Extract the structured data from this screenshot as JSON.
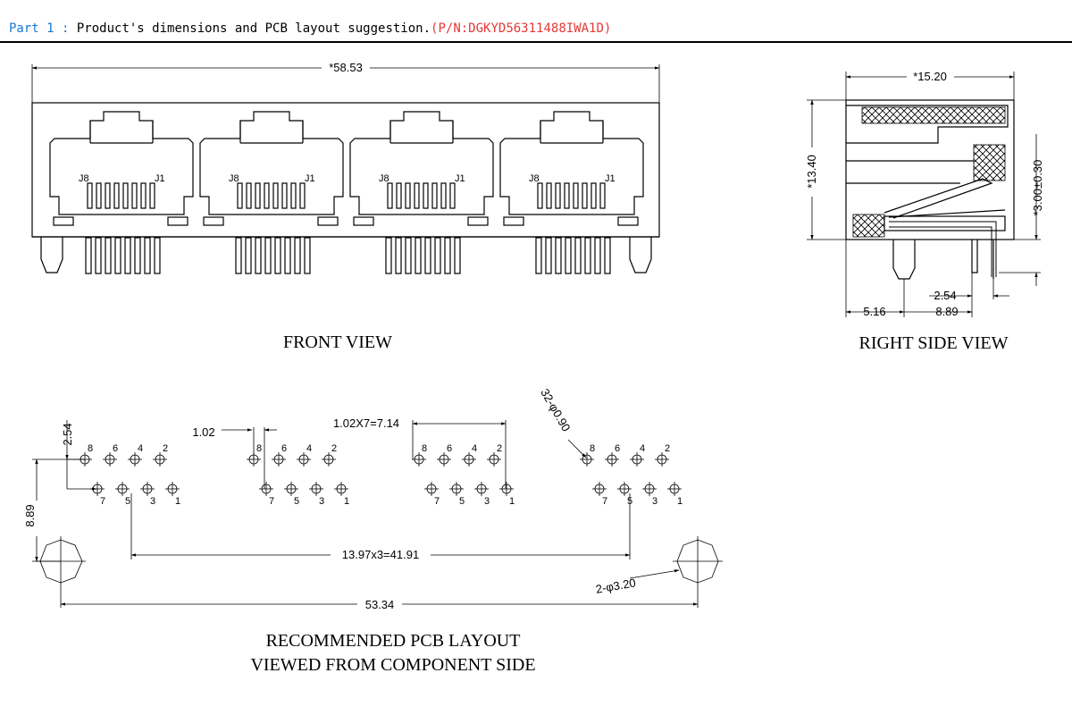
{
  "header": {
    "part_label": "Part 1 :",
    "title": "Product's dimensions and PCB layout suggestion.",
    "part_number": "(P/N:DGKYD56311488IWA1D)"
  },
  "front_view": {
    "caption": "FRONT VIEW",
    "overall_width": "*58.53",
    "pin_label_left": "J8",
    "pin_label_right": "J1"
  },
  "side_view": {
    "caption": "RIGHT SIDE VIEW",
    "depth": "*15.20",
    "height": "*13.40",
    "pin_length": "*3.00±0.30",
    "pin_spacing": "2.54",
    "post_offset": "5.16",
    "row_offset": "8.89"
  },
  "pcb_layout": {
    "caption_line1": "RECOMMENDED PCB LAYOUT",
    "caption_line2": "VIEWED FROM COMPONENT SIDE",
    "row_spacing": "2.54",
    "pin_pitch": "1.02",
    "pin_span": "1.02X7=7.14",
    "hole_spec": "32-φ0.90",
    "vertical_offset": "8.89",
    "port_pitch": "13.97x3=41.91",
    "post_holes": "2-φ3.20",
    "post_span": "53.34",
    "top_row_pins": [
      "8",
      "6",
      "4",
      "2"
    ],
    "bottom_row_pins": [
      "7",
      "5",
      "3",
      "1"
    ]
  },
  "colors": {
    "part_label": "#1976d2",
    "part_number": "#e53935",
    "line": "#000000"
  }
}
